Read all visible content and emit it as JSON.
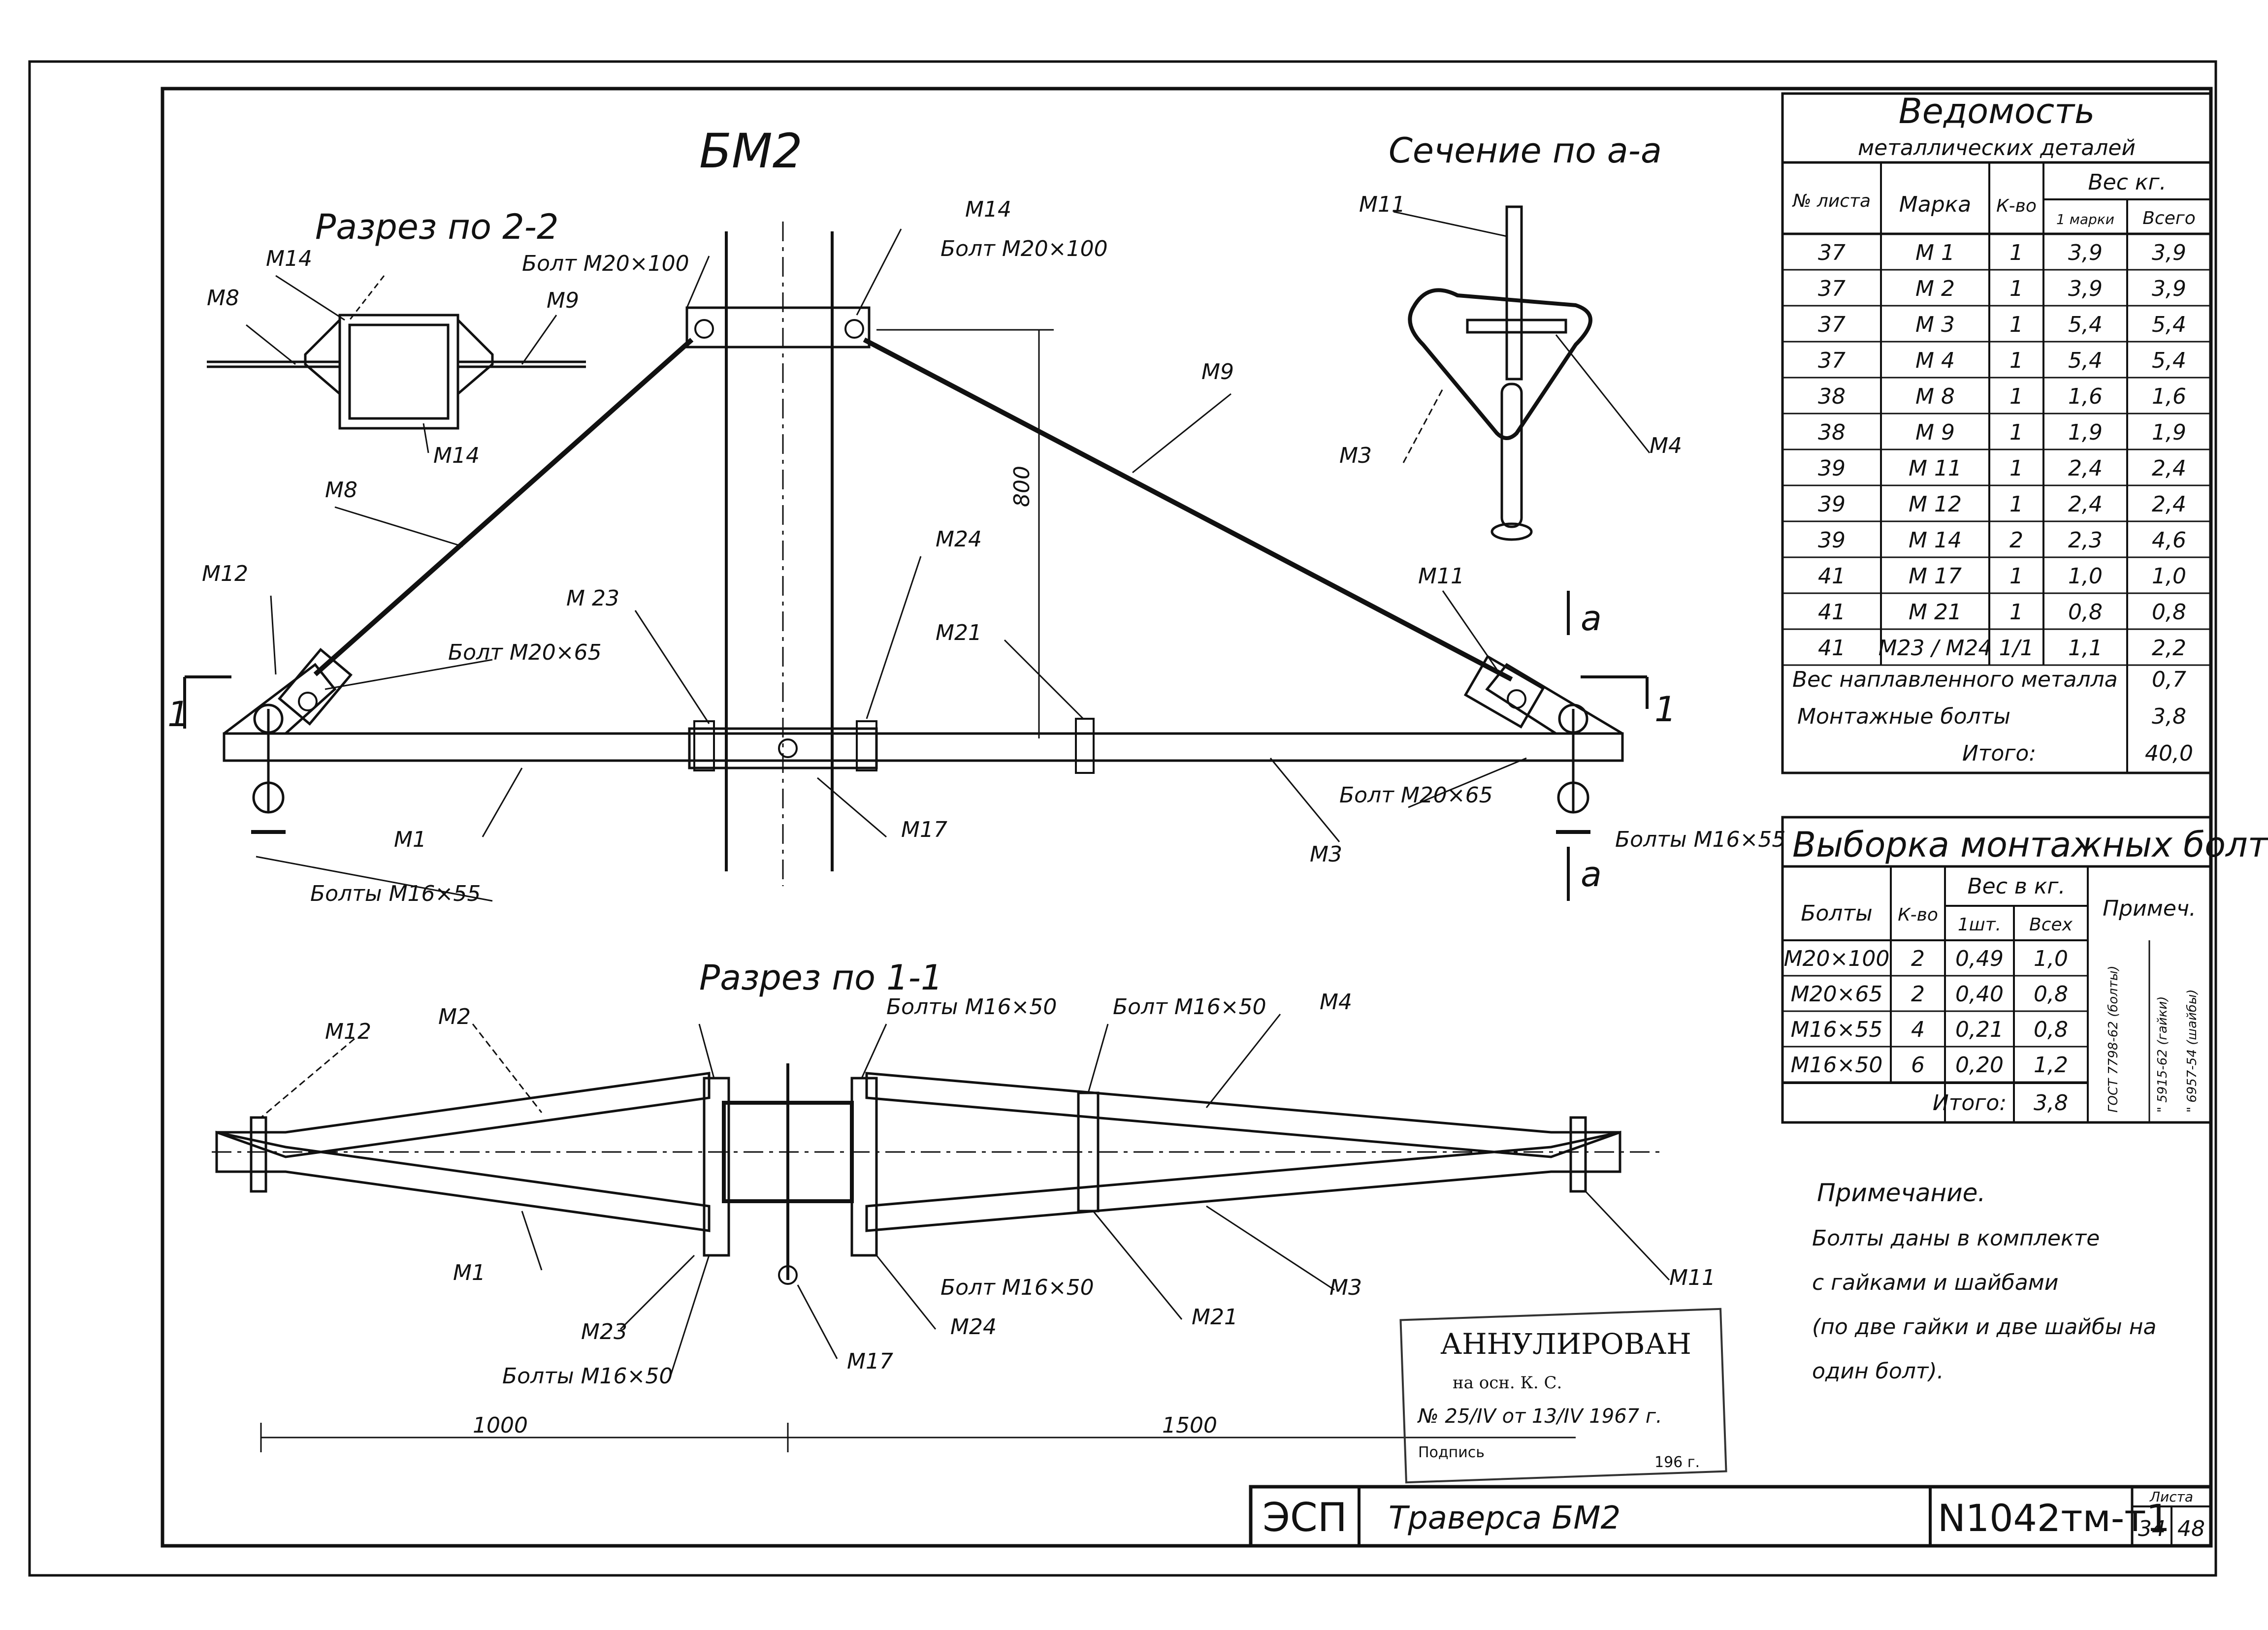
{
  "drawing": {
    "main_title": "БМ2",
    "section_aa_title": "Сечение по а-а",
    "section_22_title": "Разрез по 2-2",
    "section_11_title": "Разрез по 1-1",
    "section_mark_a": "а",
    "section_mark_1": "1",
    "dim_800": "800",
    "dim_1000": "1000",
    "dim_1500": "1500"
  },
  "labels": {
    "m1": "М1",
    "m2": "М2",
    "m3": "М3",
    "m4": "М4",
    "m8": "М8",
    "m9": "М9",
    "m11": "М11",
    "m12": "М12",
    "m14": "М14",
    "m17": "М17",
    "m21": "М21",
    "m23": "М 23",
    "m23b": "М23",
    "m24": "М24",
    "bolt_m20x100": "Болт М20×100",
    "bolt_m20x65": "Болт М20×65",
    "bolts_m16x55": "Болты М16×55",
    "bolts_m16x50": "Болты М16×50",
    "bolt_m16x50": "Болт М16×50",
    "bolt_m16_50_short": "Болт М16×50"
  },
  "metal_table": {
    "title1": "Ведомость",
    "title2": "металлических деталей",
    "headers": {
      "sheet": "№ листа",
      "mark": "Марка",
      "qty": "К-во",
      "weight": "Вес кг.",
      "w_one": "1 марки",
      "w_all": "Всего"
    },
    "rows": [
      [
        "37",
        "М 1",
        "1",
        "3,9",
        "3,9"
      ],
      [
        "37",
        "М 2",
        "1",
        "3,9",
        "3,9"
      ],
      [
        "37",
        "М 3",
        "1",
        "5,4",
        "5,4"
      ],
      [
        "37",
        "М 4",
        "1",
        "5,4",
        "5,4"
      ],
      [
        "38",
        "М 8",
        "1",
        "1,6",
        "1,6"
      ],
      [
        "38",
        "М 9",
        "1",
        "1,9",
        "1,9"
      ],
      [
        "39",
        "М 11",
        "1",
        "2,4",
        "2,4"
      ],
      [
        "39",
        "М 12",
        "1",
        "2,4",
        "2,4"
      ],
      [
        "39",
        "М 14",
        "2",
        "2,3",
        "4,6"
      ],
      [
        "41",
        "М 17",
        "1",
        "1,0",
        "1,0"
      ],
      [
        "41",
        "М 21",
        "1",
        "0,8",
        "0,8"
      ],
      [
        "41",
        "М23 / М24",
        "1/1",
        "1,1",
        "2,2"
      ]
    ],
    "weld_label": "Вес наплавленного металла",
    "weld_value": "0,7",
    "bolts_label": "Монтажные болты",
    "bolts_value": "3,8",
    "total_label": "Итого:",
    "total_value": "40,0"
  },
  "bolt_table": {
    "title": "Выборка монтажных болтов",
    "headers": {
      "bolts": "Болты",
      "qty": "К-во",
      "weight": "Вес в кг.",
      "one": "1шт.",
      "all": "Всех",
      "note": "Примеч."
    },
    "rows": [
      [
        "М20×100",
        "2",
        "0,49",
        "1,0"
      ],
      [
        "М20×65",
        "2",
        "0,40",
        "0,8"
      ],
      [
        "М16×55",
        "4",
        "0,21",
        "0,8"
      ],
      [
        "М16×50",
        "6",
        "0,20",
        "1,2"
      ]
    ],
    "total_label": "Итого:",
    "total_value": "3,8",
    "note1": "ГОСТ 7798-62 (болты)",
    "note2": "\" 5915-62 (гайки)",
    "note3": "\" 6957-54 (шайбы)"
  },
  "note": {
    "title": "Примечание.",
    "lines": [
      "Болты даны в комплекте",
      "с гайками и шайбами",
      "(по две гайки и две шайбы на",
      "один болт)."
    ]
  },
  "stamp": {
    "line1": "АННУЛИРОВАН",
    "line2": "на осн. К. С.",
    "line3": "№ 25/IV  от 13/IV  1967 г.",
    "line4": "Подпись",
    "line5": "196  г."
  },
  "title_block": {
    "org": "ЭСП",
    "name": "Траверса БМ2",
    "code": "N1042тм-т1",
    "sheet_label": "Листа",
    "sheet_no": "34",
    "sheets_total": "48"
  }
}
